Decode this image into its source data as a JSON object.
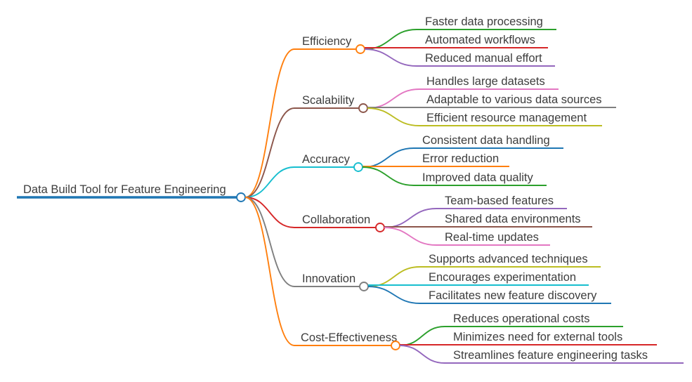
{
  "canvas": {
    "background": "#ffffff",
    "text_color": "#3d3d3d"
  },
  "mindmap": {
    "root": {
      "label": "Data Build Tool for Feature Engineering",
      "color": "#1f77b4"
    },
    "branches": [
      {
        "label": "Efficiency",
        "color": "#ff7f0e",
        "children": [
          {
            "label": "Faster data processing",
            "color": "#2ca02c"
          },
          {
            "label": "Automated workflows",
            "color": "#d62728"
          },
          {
            "label": "Reduced manual effort",
            "color": "#9467bd"
          }
        ]
      },
      {
        "label": "Scalability",
        "color": "#8c564b",
        "children": [
          {
            "label": "Handles large datasets",
            "color": "#e377c2"
          },
          {
            "label": "Adaptable to various data sources",
            "color": "#7f7f7f"
          },
          {
            "label": "Efficient resource management",
            "color": "#bcbd22"
          }
        ]
      },
      {
        "label": "Accuracy",
        "color": "#17becf",
        "children": [
          {
            "label": "Consistent data handling",
            "color": "#1f77b4"
          },
          {
            "label": "Error reduction",
            "color": "#ff7f0e"
          },
          {
            "label": "Improved data quality",
            "color": "#2ca02c"
          }
        ]
      },
      {
        "label": "Collaboration",
        "color": "#d62728",
        "children": [
          {
            "label": "Team-based features",
            "color": "#9467bd"
          },
          {
            "label": "Shared data environments",
            "color": "#8c564b"
          },
          {
            "label": "Real-time updates",
            "color": "#e377c2"
          }
        ]
      },
      {
        "label": "Innovation",
        "color": "#7f7f7f",
        "children": [
          {
            "label": "Supports advanced techniques",
            "color": "#bcbd22"
          },
          {
            "label": "Encourages experimentation",
            "color": "#17becf"
          },
          {
            "label": "Facilitates new feature discovery",
            "color": "#1f77b4"
          }
        ]
      },
      {
        "label": "Cost-Effectiveness",
        "color": "#ff7f0e",
        "children": [
          {
            "label": "Reduces operational costs",
            "color": "#2ca02c"
          },
          {
            "label": "Minimizes need for external tools",
            "color": "#d62728"
          },
          {
            "label": "Streamlines feature engineering tasks",
            "color": "#9467bd"
          }
        ]
      }
    ]
  }
}
